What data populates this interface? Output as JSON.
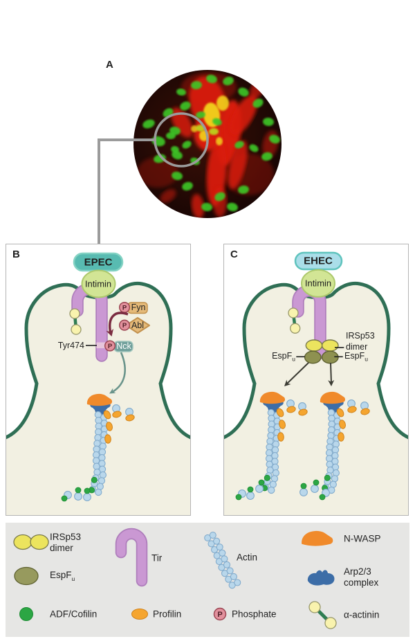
{
  "figure": {
    "panelA": {
      "label": "A"
    },
    "panelB": {
      "label": "B",
      "bacterium": "EPEC",
      "intimin": "Intimin",
      "fyn": "Fyn",
      "abl": "Abl",
      "nck": "Nck",
      "tyr": "Tyr474"
    },
    "panelC": {
      "label": "C",
      "bacterium": "EHEC",
      "intimin": "Intimin",
      "irsp53_l1": "IRSp53",
      "irsp53_l2": "dimer",
      "espf": "EspF",
      "espf_sub": "u"
    },
    "misc": {
      "p": "P"
    },
    "legend": {
      "irsp53_l1": "IRSp53",
      "irsp53_l2": "dimer",
      "espf": "EspF",
      "espf_sub": "u",
      "adf": "ADF/Cofilin",
      "tir": "Tir",
      "profilin": "Profilin",
      "actin": "Actin",
      "phosphate": "Phosphate",
      "nwasp": "N-WASP",
      "arp_l1": "Arp2/3",
      "arp_l2": "complex",
      "alpha": "α-actinin"
    },
    "colors": {
      "membrane": "#2f6f55",
      "cytoplasm": "#f2f0e2",
      "epec_fill": "#58bbb1",
      "epec_stroke": "#83d2c3",
      "ehec_fill": "#aadee9",
      "ehec_stroke": "#5fc3bd",
      "intimin_fill": "#d2e595",
      "intimin_stroke": "#adc96c",
      "tir_fill": "#ca98d3",
      "tir_stroke": "#ae7dbb",
      "actin_fill": "#b9d7eb",
      "actin_stroke": "#82abcc",
      "profilin": "#f5a52f",
      "profilin_stroke": "#d0831c",
      "cofilin": "#2ca644",
      "cofilin_stroke": "#1d8c33",
      "nwasp": "#f08a2b",
      "arp": "#3c6da7",
      "kinase_fill": "#e5ba79",
      "kinase_stroke": "#c2914d",
      "p_fill": "#e2919d",
      "p_stroke": "#9c4653",
      "nck_fill": "#70a09b",
      "nck_stroke": "#a5c8bf",
      "irsp53_fill": "#ece45e",
      "irsp53_stroke": "#79794a",
      "espfu_fill": "#8e9150",
      "espfu_stroke": "#5e6130",
      "espfu_legend_fill": "#979a5e",
      "alpha_yellow": "#f9f3ae",
      "alpha_yellow_stroke": "#97976a",
      "alpha_green": "#2e7d52",
      "band_pink": "#e7c6dc",
      "maroon_arrow": "#7b2c41",
      "teal_arrow": "#6a948b",
      "dark_arrow": "#3b3b33",
      "annotation_gray": "#9b9b9b",
      "legend_bg": "#e6e6e4",
      "text": "#1f1f1f"
    }
  }
}
